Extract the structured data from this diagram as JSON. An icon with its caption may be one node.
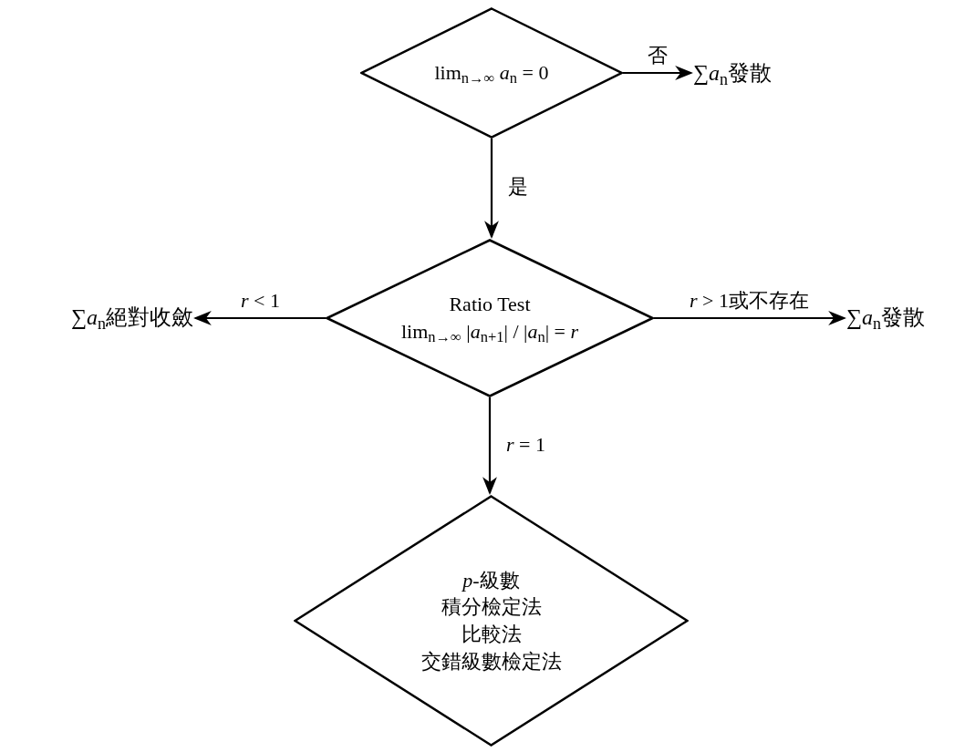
{
  "diagram": {
    "nodes": [
      {
        "text": [
          "lim$_{n→∞}$ *a*$_{n}$ = 0"
        ]
      },
      {
        "text": [
          "∑*a*$_{n}$發散"
        ]
      },
      {
        "text": [
          "Ratio Test",
          "lim$_{n→∞}$ |*a*$_{n+1}$| / |*a*$_{n}$| = *r*"
        ]
      },
      {
        "text": [
          "∑*a*$_{n}$絕對收斂"
        ]
      },
      {
        "text": [
          "∑*a*$_{n}$發散"
        ]
      },
      {
        "text": [
          "*p*-級數",
          "積分檢定法",
          "比較法",
          "交錯級數檢定法"
        ]
      }
    ],
    "edges": [
      {
        "from": 0,
        "to": 1,
        "arrow": "to",
        "label": "否"
      },
      {
        "from": 0,
        "to": 2,
        "arrow": "to",
        "label": "是"
      },
      {
        "from": 2,
        "to": 3,
        "arrow": "to",
        "label": "*r* < 1"
      },
      {
        "from": 2,
        "to": 4,
        "arrow": "to",
        "label": "*r* > 1或不存在"
      },
      {
        "from": 2,
        "to": 5,
        "arrow": "to",
        "label": "*r* = 1"
      }
    ]
  }
}
